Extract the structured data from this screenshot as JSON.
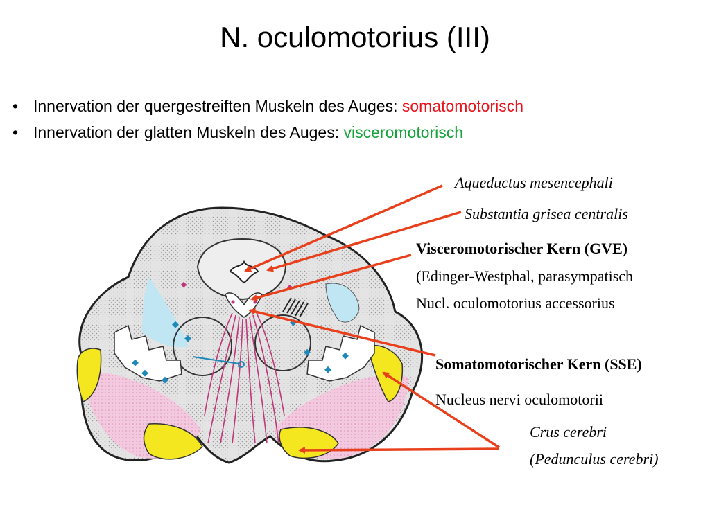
{
  "title": "N. oculomotorius (III)",
  "bullets": [
    {
      "text": "Innervation der quergestreiften Muskeln des Auges: ",
      "highlight": "somatomotorisch",
      "highlight_color": "#e8131b"
    },
    {
      "text": "Innervation der glatten Muskeln des Auges: ",
      "highlight": "visceromotorisch",
      "highlight_color": "#14a33a"
    }
  ],
  "bullet_symbol": "•",
  "labels": {
    "aqueductus": "Aqueductus mesencephali",
    "substantia": "Substantia grisea centralis",
    "gve_title": "Visceromotorischer Kern (GVE)",
    "gve_line2": "(Edinger-Westphal, parasympatisch",
    "gve_line3": "Nucl. oculomotorius accessorius",
    "sse_title": "Somatomotorischer Kern (SSE)",
    "sse_line2": "Nucleus nervi oculomotorii",
    "crus_line1": "Crus cerebri",
    "crus_line2": "(Pedunculus cerebri)"
  },
  "colors": {
    "arrow": "#e8401c",
    "crus_fill": "#f5e71f",
    "pink_fill": "#efb8d6",
    "grey_fill": "#d9d9d9",
    "blue_fill": "#bfe6f2",
    "fibers": "#c0367a",
    "neurons": "#1e88b8"
  }
}
